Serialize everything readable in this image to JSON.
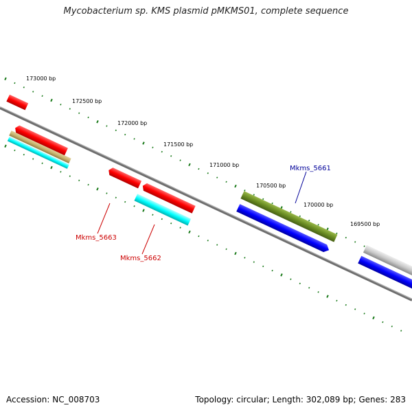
{
  "title": "Mycobacterium sp. KMS plasmid pMKMS01, complete sequence",
  "footer": {
    "accession": "Accession: NC_008703",
    "topology": "Topology: circular; Length: 302,089 bp; Genes: 283"
  },
  "colors": {
    "forward_cds": "#ff0000",
    "reverse_cds": "#0000ff",
    "cyan_feature": "#00ffff",
    "olive_feature": "#6b8e23",
    "tan_feature": "#c8b46e",
    "gray_feature": "#bdbdbd",
    "backbone": "#808080",
    "ticks": "#1a7a1a",
    "label_red": "#cc0000",
    "label_blue": "#000099"
  },
  "ticks": [
    "173000 bp",
    "172500 bp",
    "172000 bp",
    "171500 bp",
    "171000 bp",
    "170500 bp",
    "170000 bp",
    "169500 bp"
  ],
  "gene_labels": [
    {
      "text": "Mkms_5661",
      "color": "label_blue"
    },
    {
      "text": "Mkms_5663",
      "color": "label_red"
    },
    {
      "text": "Mkms_5662",
      "color": "label_red"
    }
  ]
}
